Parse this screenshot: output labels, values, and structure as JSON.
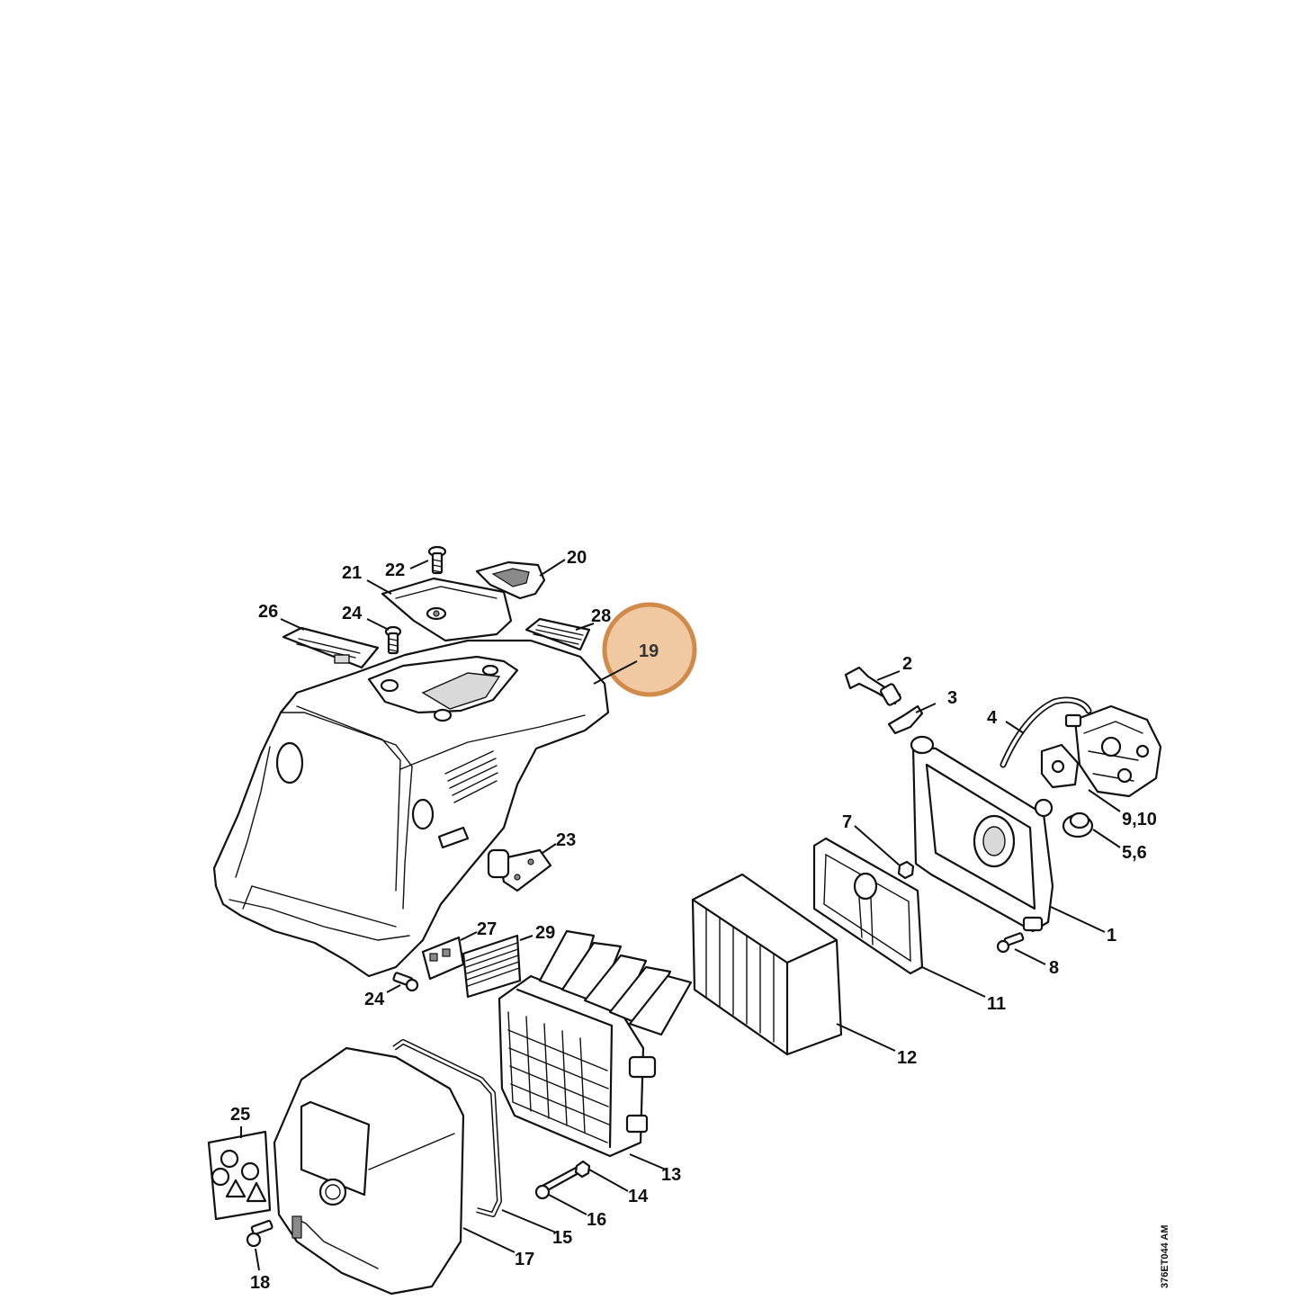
{
  "diagram": {
    "callouts": [
      {
        "id": "c1",
        "label": "1"
      },
      {
        "id": "c2",
        "label": "2"
      },
      {
        "id": "c3",
        "label": "3"
      },
      {
        "id": "c4",
        "label": "4"
      },
      {
        "id": "c56",
        "label": "5,6"
      },
      {
        "id": "c7",
        "label": "7"
      },
      {
        "id": "c8",
        "label": "8"
      },
      {
        "id": "c910",
        "label": "9,10"
      },
      {
        "id": "c11",
        "label": "11"
      },
      {
        "id": "c12",
        "label": "12"
      },
      {
        "id": "c13",
        "label": "13"
      },
      {
        "id": "c14",
        "label": "14"
      },
      {
        "id": "c15",
        "label": "15"
      },
      {
        "id": "c16",
        "label": "16"
      },
      {
        "id": "c17",
        "label": "17"
      },
      {
        "id": "c18",
        "label": "18"
      },
      {
        "id": "c19",
        "label": "19"
      },
      {
        "id": "c20",
        "label": "20"
      },
      {
        "id": "c21",
        "label": "21"
      },
      {
        "id": "c22",
        "label": "22"
      },
      {
        "id": "c23",
        "label": "23"
      },
      {
        "id": "c24a",
        "label": "24"
      },
      {
        "id": "c24b",
        "label": "24"
      },
      {
        "id": "c25",
        "label": "25"
      },
      {
        "id": "c26",
        "label": "26"
      },
      {
        "id": "c27",
        "label": "27"
      },
      {
        "id": "c28",
        "label": "28"
      },
      {
        "id": "c29",
        "label": "29"
      }
    ],
    "highlighted_part": "19",
    "highlight_color": "#d08a4a",
    "highlight_fill": "#f0c9a3",
    "drawing_code": "376ET044 AM"
  }
}
